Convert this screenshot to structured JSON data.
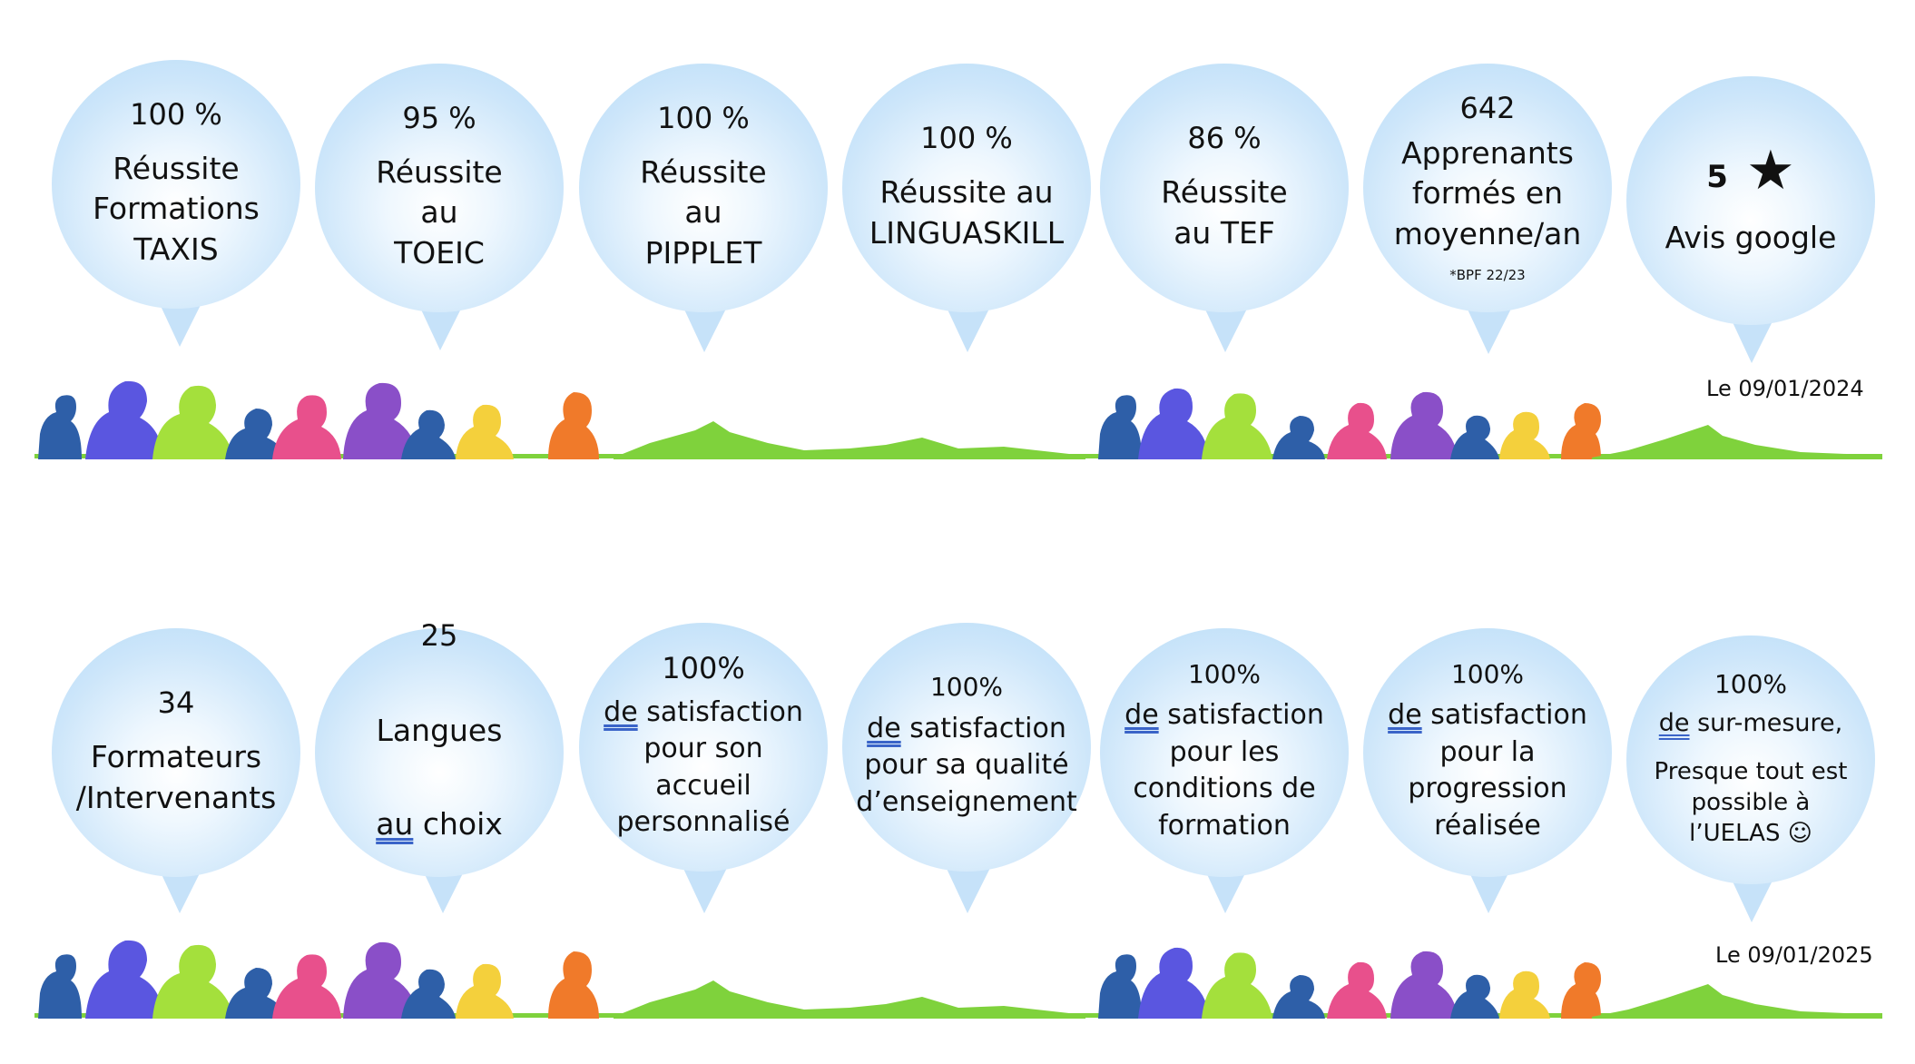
{
  "banner_2024": {
    "bubbles": [
      {
        "stat": "100 %",
        "label": "Réussite\nFormations\nTAXIS"
      },
      {
        "stat": "95 %",
        "label": "Réussite\nau\nTOEIC"
      },
      {
        "stat": "100 %",
        "label": "Réussite\nau\nPIPPLET"
      },
      {
        "stat": "100 %",
        "label": "Réussite au\nLINGUASKILL"
      },
      {
        "stat": "86 %",
        "label": "Réussite\nau TEF"
      },
      {
        "stat": "642",
        "label": "Apprenants\nformés en\nmoyenne/an",
        "note": "*BPF 22/23"
      },
      {
        "stat": "5",
        "label": "Avis google",
        "icon": "star-icon"
      }
    ],
    "date": "Le 09/01/2024"
  },
  "banner_2025": {
    "bubbles": [
      {
        "stat": "34",
        "label": "Formateurs\n/Intervenants"
      },
      {
        "stat": "25",
        "label_line1": "Langues",
        "label_u": "au",
        "label_rest": " choix"
      },
      {
        "stat": "100%",
        "label_u": "de",
        "label_rest": " satisfaction\npour son\naccueil\npersonnalisé"
      },
      {
        "stat": "100%",
        "label_u": "de",
        "label_rest": " satisfaction\npour sa qualité\nd’enseignement"
      },
      {
        "stat": "100%",
        "label_u": "de",
        "label_rest": " satisfaction\npour les\nconditions de\nformation"
      },
      {
        "stat": "100%",
        "label_u": "de",
        "label_rest": " satisfaction\npour la\nprogression\nréalisée"
      },
      {
        "stat": "100%",
        "label_u": "de",
        "label_rest": " sur-mesure,",
        "label_extra": "Presque tout est\npossible à\nl’UELAS ☺"
      }
    ],
    "date": "Le 09/01/2025"
  },
  "colors": {
    "bubble": "#c6e2f9",
    "underline": "#3a64c8",
    "hill": "#7fd23c",
    "people": [
      "#2e5fa8",
      "#5a56e0",
      "#a4e03c",
      "#e8508c",
      "#8a4fc8",
      "#f4d03c",
      "#f07a2a"
    ]
  }
}
